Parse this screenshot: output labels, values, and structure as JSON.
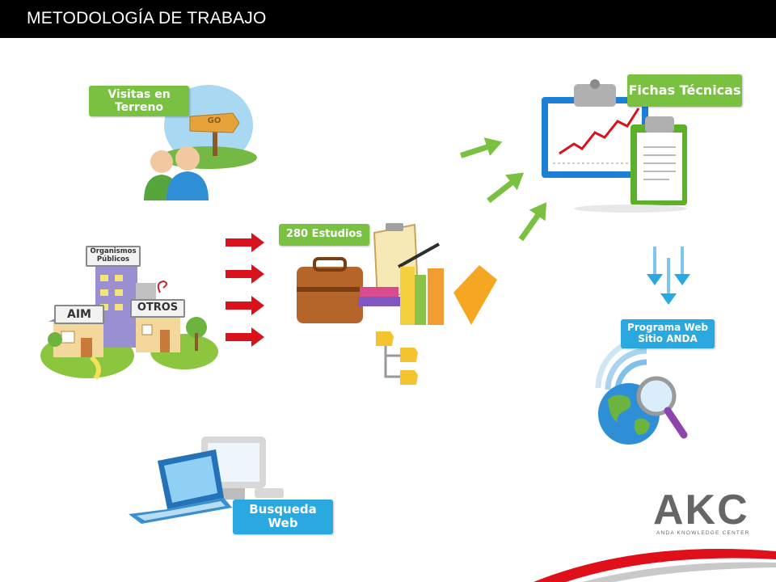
{
  "header": {
    "title": "METODOLOGÍA DE TRABAJO"
  },
  "sources": {
    "field_visits": "Visitas en Terreno",
    "organisms_line1": "Organismos",
    "organisms_line2": "Públicos",
    "aim": "AIM",
    "others": "OTROS",
    "web_search_line1": "Busqueda",
    "web_search_line2": "Web",
    "go_sign": "GO"
  },
  "center": {
    "studies": "280 Estudios"
  },
  "outputs": {
    "tech_sheets": "Fichas Técnicas",
    "web_program_line1": "Programa Web",
    "web_program_line2": "Sitio ANDA"
  },
  "logo": {
    "name": "AKC",
    "subtitle": "ANDA KNOWLEDGE CENTER"
  },
  "colors": {
    "accent_green": "#7ac142",
    "accent_blue": "#2aa8e0",
    "arrow_red": "#d9111b",
    "logo_red": "#e0101b"
  }
}
